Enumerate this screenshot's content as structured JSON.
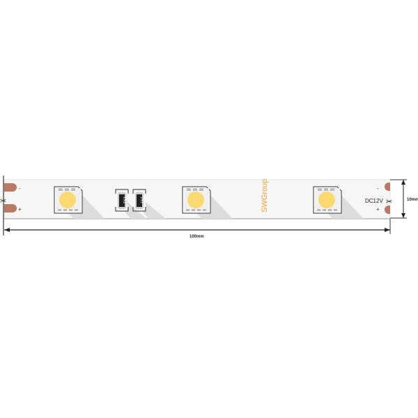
{
  "strip": {
    "brand": "SWGroup",
    "voltage": "DC12V",
    "resistor_code": "151",
    "pad_minus": "-",
    "pad_plus": "+",
    "led_count": 3,
    "resistor_count": 2
  },
  "dimensions": {
    "length": "100mm",
    "width": "10mm"
  },
  "colors": {
    "led": "#fbd870",
    "pad": "#b87a62",
    "brand": "#f0a030",
    "strip": "#f6f6f6",
    "shadow": "#dcdcdc"
  }
}
